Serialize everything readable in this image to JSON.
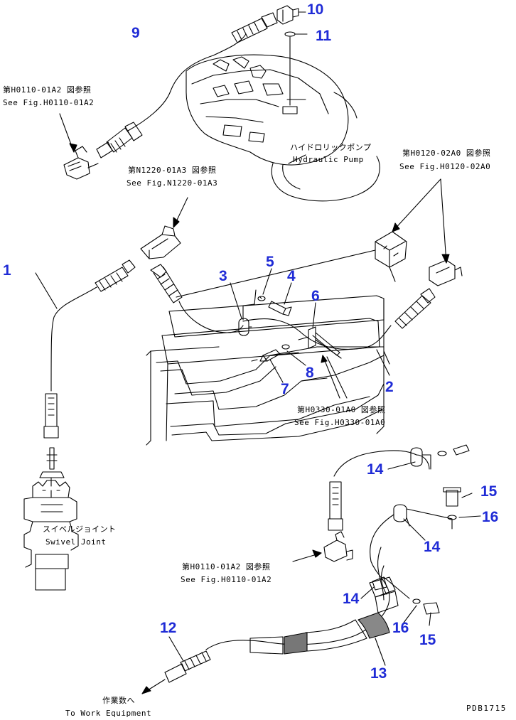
{
  "callouts": {
    "c1": "1",
    "c2": "2",
    "c3": "3",
    "c4": "4",
    "c5": "5",
    "c6": "6",
    "c7": "7",
    "c8": "8",
    "c9": "9",
    "c10": "10",
    "c11": "11",
    "c12": "12",
    "c13": "13",
    "c14a": "14",
    "c14b": "14",
    "c14c": "14",
    "c15a": "15",
    "c15b": "15",
    "c16a": "16",
    "c16b": "16"
  },
  "notes": {
    "h0110_top_jp": "第H0110-01A2 図参照",
    "h0110_top_en": "See Fig.H0110-01A2",
    "n1220_jp": "第N1220-01A3 図参照",
    "n1220_en": "See Fig.N1220-01A3",
    "h0120_jp": "第H0120-02A0 図参照",
    "h0120_en": "See Fig.H0120-02A0",
    "pump_jp": "ハイドロリックポンプ",
    "pump_en": "Hydraulic Pump",
    "h0330_jp": "第H0330-01A0 図参照",
    "h0330_en": "See Fig.H0330-01A0",
    "swivel_jp": "スイベルジョイント",
    "swivel_en": "Swivel Joint",
    "h0110_bot_jp": "第H0110-01A2 図参照",
    "h0110_bot_en": "See Fig.H0110-01A2",
    "work_jp": "作業数へ",
    "work_en": "To Work Equipment"
  },
  "drawing_code": "PDB1715",
  "colors": {
    "callout": "#1f2bd6",
    "line": "#000000",
    "background": "#ffffff"
  }
}
